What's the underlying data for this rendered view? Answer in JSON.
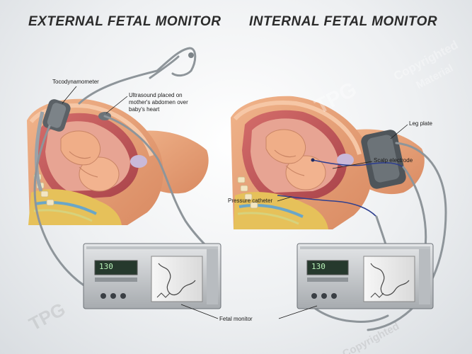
{
  "titles": {
    "external": "EXTERNAL FETAL MONITOR",
    "internal": "INTERNAL FETAL MONITOR"
  },
  "labels": {
    "tocodynamometer": "Tocodynamometer",
    "ultrasound_line1": "Ultrasound placed on",
    "ultrasound_line2": "mother's abdomen over",
    "ultrasound_line3": "baby's heart",
    "leg_plate": "Leg plate",
    "scalp_electrode": "Scalp electrode",
    "pressure_catheter": "Pressure catheter",
    "fetal_monitor": "Fetal monitor"
  },
  "monitor_readouts": {
    "external_display": "130",
    "internal_display": "130"
  },
  "watermark": {
    "brand": "TPG",
    "line1": "Copyrighted",
    "line2": "Material"
  },
  "colors": {
    "skin": "#e8a27a",
    "uterus": "#c7575a",
    "fetus": "#f2b38f",
    "monitor_body": "#cfd2d4",
    "cable": "#8e959a",
    "lead_wire": "#2e3f8f"
  }
}
